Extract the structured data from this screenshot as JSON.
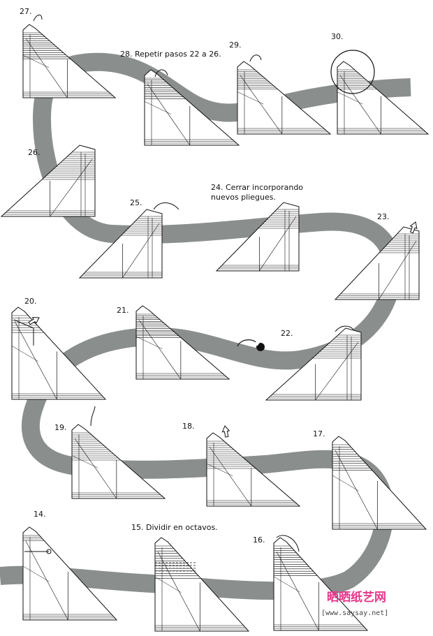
{
  "steps": [
    {
      "id": "27",
      "label": "27."
    },
    {
      "id": "28",
      "label": "28. Repetir pasos 22 a 26."
    },
    {
      "id": "29",
      "label": "29."
    },
    {
      "id": "30",
      "label": "30."
    },
    {
      "id": "26",
      "label": "26."
    },
    {
      "id": "25",
      "label": "25."
    },
    {
      "id": "24",
      "label_lines": [
        "24. Cerrar incorporando",
        "nuevos pliegues."
      ]
    },
    {
      "id": "23",
      "label": "23."
    },
    {
      "id": "20",
      "label": "20."
    },
    {
      "id": "21",
      "label": "21."
    },
    {
      "id": "22",
      "label": "22."
    },
    {
      "id": "19",
      "label": "19."
    },
    {
      "id": "18",
      "label": "18."
    },
    {
      "id": "17",
      "label": "17."
    },
    {
      "id": "14",
      "label": "14."
    },
    {
      "id": "15",
      "label": "15. Dividir en octavos."
    },
    {
      "id": "16",
      "label": "16."
    }
  ],
  "watermark": {
    "logo_text": "晒晒纸艺网",
    "url": "[www.saysay.net]"
  },
  "colors": {
    "path": "#8a8f8e",
    "line": "#111111",
    "paper": "#ffffff",
    "watermark": "#e8358a"
  }
}
